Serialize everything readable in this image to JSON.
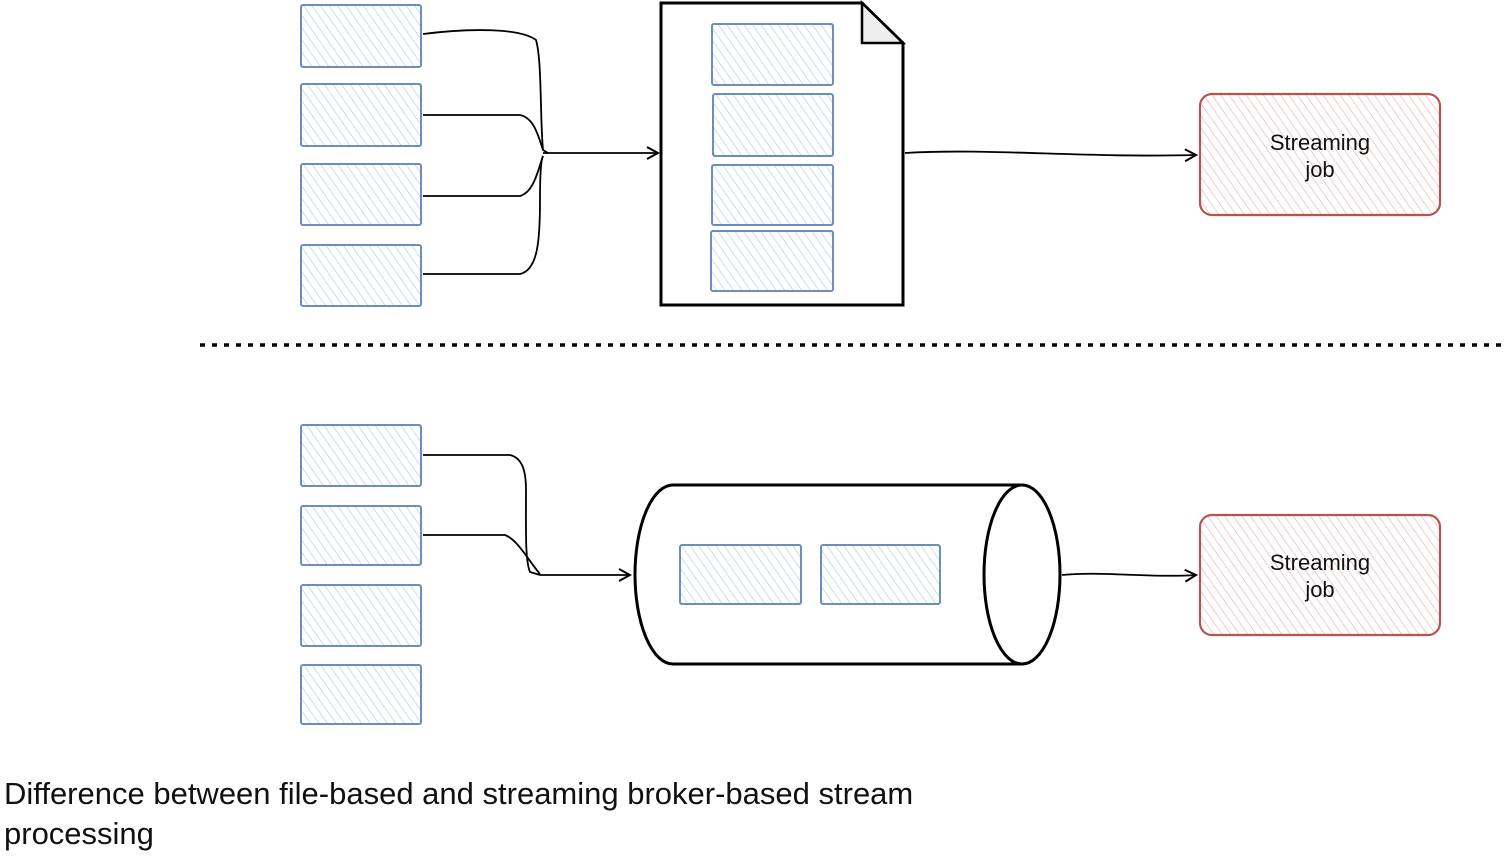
{
  "top_flow": {
    "streaming_job": {
      "line1": "Streaming",
      "line2": "job"
    }
  },
  "bottom_flow": {
    "streaming_job": {
      "line1": "Streaming",
      "line2": "job"
    }
  },
  "caption": "Difference between file-based and streaming broker-based stream processing",
  "colors": {
    "event_stroke": "#6c8ebf",
    "event_fill": "#dae8fc",
    "job_stroke": "#b85450",
    "job_fill": "#f8cecc",
    "line": "#000000"
  }
}
